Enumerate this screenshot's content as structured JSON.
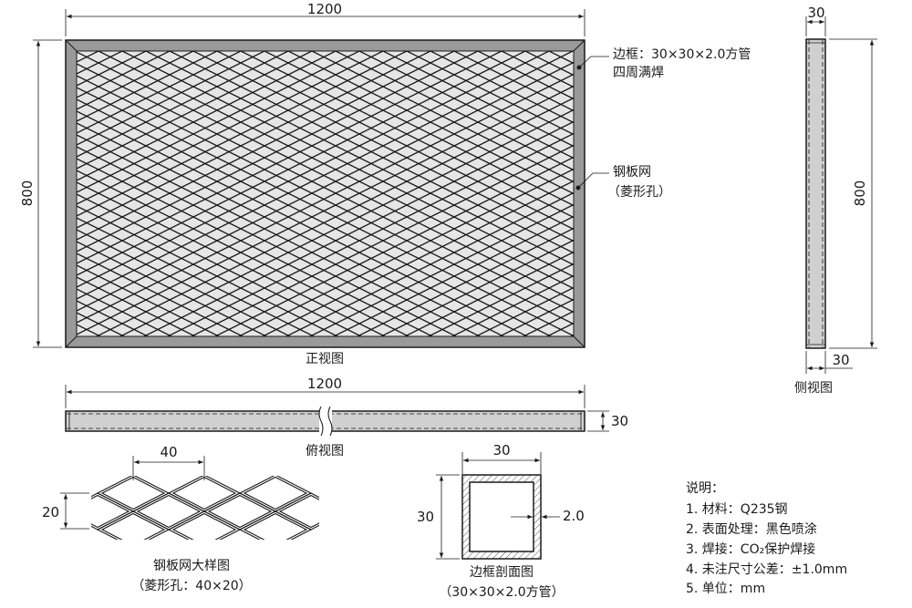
{
  "front_view": {
    "caption": "正视图",
    "dim_width": "1200",
    "dim_height": "800",
    "callout_frame_line1": "边框：30×30×2.0方管",
    "callout_frame_line2": "四周满焊",
    "callout_mesh_line1": "钢板网",
    "callout_mesh_line2": "（菱形孔）"
  },
  "side_view": {
    "caption": "侧视图",
    "dim_top": "30",
    "dim_height": "800",
    "dim_bottom": "30"
  },
  "top_view": {
    "caption": "俯视图",
    "dim_width": "1200",
    "dim_height": "30"
  },
  "mesh_detail": {
    "caption_line1": "钢板网大样图",
    "caption_line2": "（菱形孔：40×20）",
    "dim_width": "40",
    "dim_height": "20"
  },
  "frame_section": {
    "caption_line1": "边框剖面图",
    "caption_line2": "（30×30×2.0方管）",
    "dim_width": "30",
    "dim_height": "30",
    "dim_thickness": "2.0"
  },
  "notes": {
    "title": "说明：",
    "items": [
      "1. 材料：Q235钢",
      "2. 表面处理：黑色喷涂",
      "3. 焊接：CO₂保护焊接",
      "4. 未注尺寸公差：±1.0mm",
      "5. 单位：mm"
    ]
  },
  "colors": {
    "line": "#1a1a1a",
    "frame_fill": "#9a9a9a",
    "mesh_bg": "#e6e6e6",
    "tube_fill": "#d0d0d0"
  }
}
